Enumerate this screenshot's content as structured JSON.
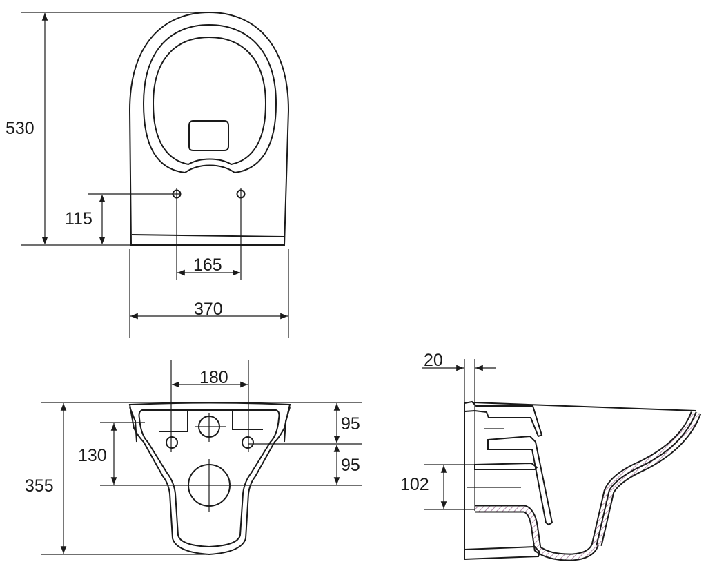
{
  "title": "Wall-hung toilet dimension drawing",
  "colors": {
    "line": "#1a1a1a",
    "hatch": "#b08aa8"
  },
  "top_view": {
    "height_label": "530",
    "hole_height_label": "115",
    "hole_spacing_label": "165",
    "width_label": "370"
  },
  "rear_view": {
    "bolt_spacing_label": "180",
    "height_label": "355",
    "inlet_offset_label": "130",
    "upper_offset_label": "95",
    "lower_offset_label": "95"
  },
  "side_view": {
    "wall_thickness_label": "20",
    "outlet_height_label": "102"
  }
}
